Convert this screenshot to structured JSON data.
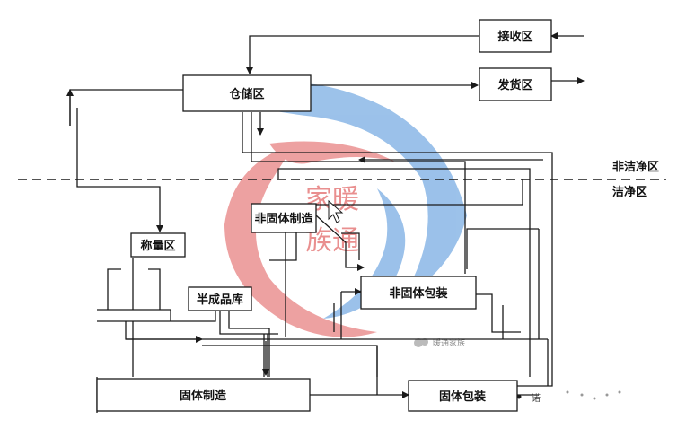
{
  "boxes": {
    "receiving": "接收区",
    "shipping": "发货区",
    "storage": "仓储区",
    "non_solid_manufacturing": "非固体制造",
    "weighing": "称量区",
    "semi_finished_storage": "半成品库",
    "non_solid_packaging": "非固体包装",
    "solid_manufacturing": "固体制造",
    "solid_packaging": "固体包装"
  },
  "zones": {
    "non_clean": "非洁净区",
    "clean": "洁净区"
  },
  "watermark": {
    "line1": "家暖",
    "line2": "族通",
    "brand": "暖通家族",
    "corner": "诺"
  },
  "colors": {
    "line": "#1a1a1a",
    "watermark_red": "#e05555",
    "watermark_blue": "#4a90d9"
  }
}
